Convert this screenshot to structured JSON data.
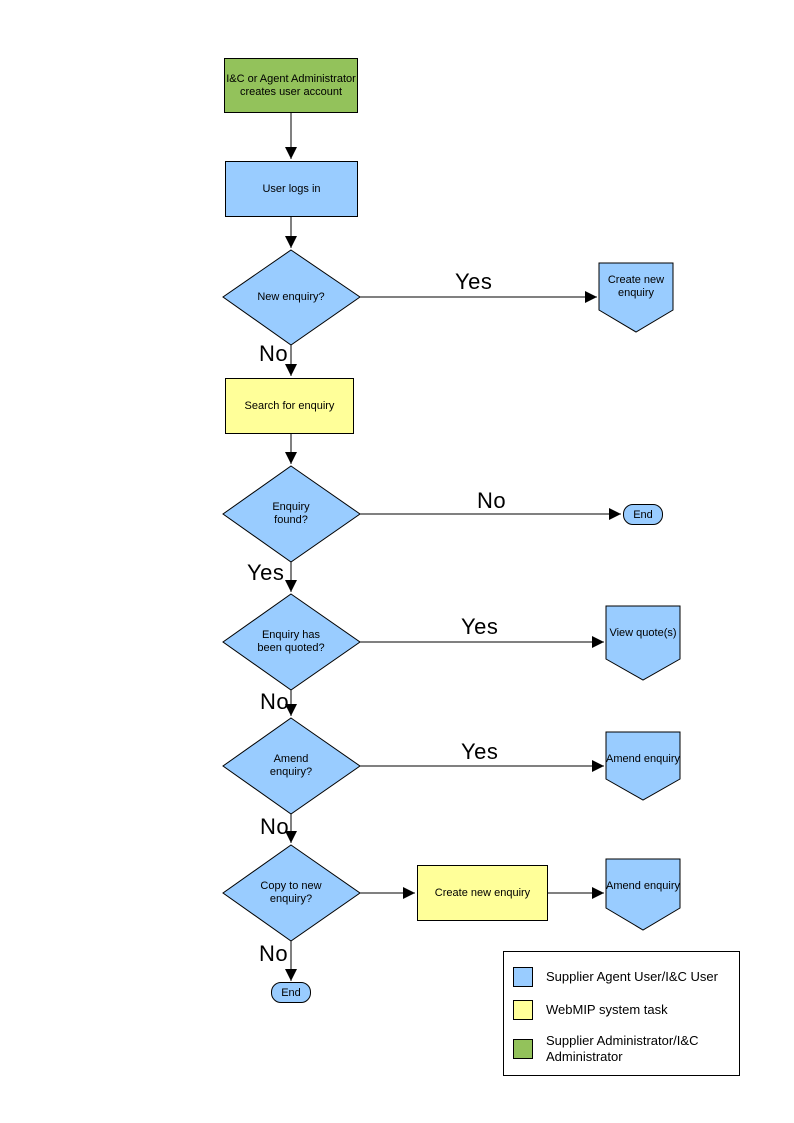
{
  "colors": {
    "user_shape_blue": "#99CCFF",
    "system_task_yellow": "#FFFF99",
    "admin_green": "#93C25B",
    "line_black": "#000000",
    "background": "#FFFFFF"
  },
  "nodes": {
    "admin_creates_account": {
      "type": "process",
      "role": "admin",
      "label": "I&C or Agent Administrator creates user account"
    },
    "user_logs_in": {
      "type": "process",
      "role": "user",
      "label": "User logs in"
    },
    "new_enquiry_decision": {
      "type": "decision",
      "label": "New enquiry?"
    },
    "create_new_enquiry_offpage": {
      "type": "offpage",
      "label": "Create new enquiry"
    },
    "search_for_enquiry": {
      "type": "system-task",
      "label": "Search for enquiry"
    },
    "enquiry_found_decision": {
      "type": "decision",
      "label": "Enquiry found?"
    },
    "end_terminator_1": {
      "type": "terminator",
      "label": "End"
    },
    "enquiry_quoted_decision": {
      "type": "decision",
      "label": "Enquiry has been quoted?"
    },
    "view_quotes_offpage": {
      "type": "offpage",
      "label": "View quote(s)"
    },
    "amend_enquiry_decision": {
      "type": "decision",
      "label": "Amend enquiry?"
    },
    "amend_enquiry_offpage_1": {
      "type": "offpage",
      "label": "Amend enquiry"
    },
    "copy_to_new_decision": {
      "type": "decision",
      "label": "Copy to new enquiry?"
    },
    "create_new_enquiry_task": {
      "type": "system-task",
      "label": "Create new enquiry"
    },
    "amend_enquiry_offpage_2": {
      "type": "offpage",
      "label": "Amend enquiry"
    },
    "end_terminator_2": {
      "type": "terminator",
      "label": "End"
    }
  },
  "edges": [
    {
      "from": "admin_creates_account",
      "to": "user_logs_in",
      "label": ""
    },
    {
      "from": "user_logs_in",
      "to": "new_enquiry_decision",
      "label": ""
    },
    {
      "from": "new_enquiry_decision",
      "to": "create_new_enquiry_offpage",
      "label": "Yes"
    },
    {
      "from": "new_enquiry_decision",
      "to": "search_for_enquiry",
      "label": "No"
    },
    {
      "from": "search_for_enquiry",
      "to": "enquiry_found_decision",
      "label": ""
    },
    {
      "from": "enquiry_found_decision",
      "to": "end_terminator_1",
      "label": "No"
    },
    {
      "from": "enquiry_found_decision",
      "to": "enquiry_quoted_decision",
      "label": "Yes"
    },
    {
      "from": "enquiry_quoted_decision",
      "to": "view_quotes_offpage",
      "label": "Yes"
    },
    {
      "from": "enquiry_quoted_decision",
      "to": "amend_enquiry_decision",
      "label": "No"
    },
    {
      "from": "amend_enquiry_decision",
      "to": "amend_enquiry_offpage_1",
      "label": "Yes"
    },
    {
      "from": "amend_enquiry_decision",
      "to": "copy_to_new_decision",
      "label": "No"
    },
    {
      "from": "copy_to_new_decision",
      "to": "create_new_enquiry_task",
      "label": ""
    },
    {
      "from": "create_new_enquiry_task",
      "to": "amend_enquiry_offpage_2",
      "label": ""
    },
    {
      "from": "copy_to_new_decision",
      "to": "end_terminator_2",
      "label": "No"
    }
  ],
  "legend": {
    "items": [
      {
        "label": "Supplier Agent User/I&C User",
        "color": "#99CCFF"
      },
      {
        "label": "WebMIP system task",
        "color": "#FFFF99"
      },
      {
        "label": "Supplier Administrator/I&C Administrator",
        "color": "#93C25B"
      }
    ]
  }
}
